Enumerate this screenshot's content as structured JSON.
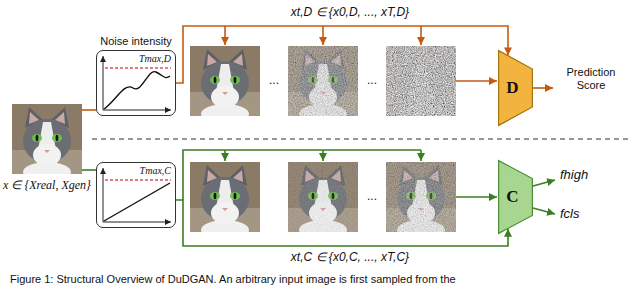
{
  "diagram": {
    "caption": "Figure 1: Structural Overview of DuDGAN. An arbitrary input image is first sampled from the",
    "nodes": [
      {
        "text": [
          "x ∈ {Xreal, Xgen}"
        ]
      },
      {
        "text": [
          "Noise intensity",
          "Tmax,D"
        ]
      },
      {
        "text": [
          "Tmax,C"
        ]
      },
      {
        "text": [
          "D"
        ]
      },
      {
        "text": [
          "C"
        ]
      }
    ],
    "edges": [
      {
        "from": 0,
        "to": 1,
        "arrow": "none"
      },
      {
        "from": 0,
        "to": 2,
        "arrow": "none"
      },
      {
        "from": 1,
        "to": 3,
        "arrow": "to",
        "label": "xt,D ∈ {x0,D, ..., xT,D}"
      },
      {
        "from": 2,
        "to": 4,
        "arrow": "to",
        "label": "xt,C ∈ {x0,C, ..., xT,C}"
      }
    ],
    "labels": [
      "...",
      "...",
      "...",
      "Prediction Score",
      "fhigh",
      "fcls"
    ]
  }
}
